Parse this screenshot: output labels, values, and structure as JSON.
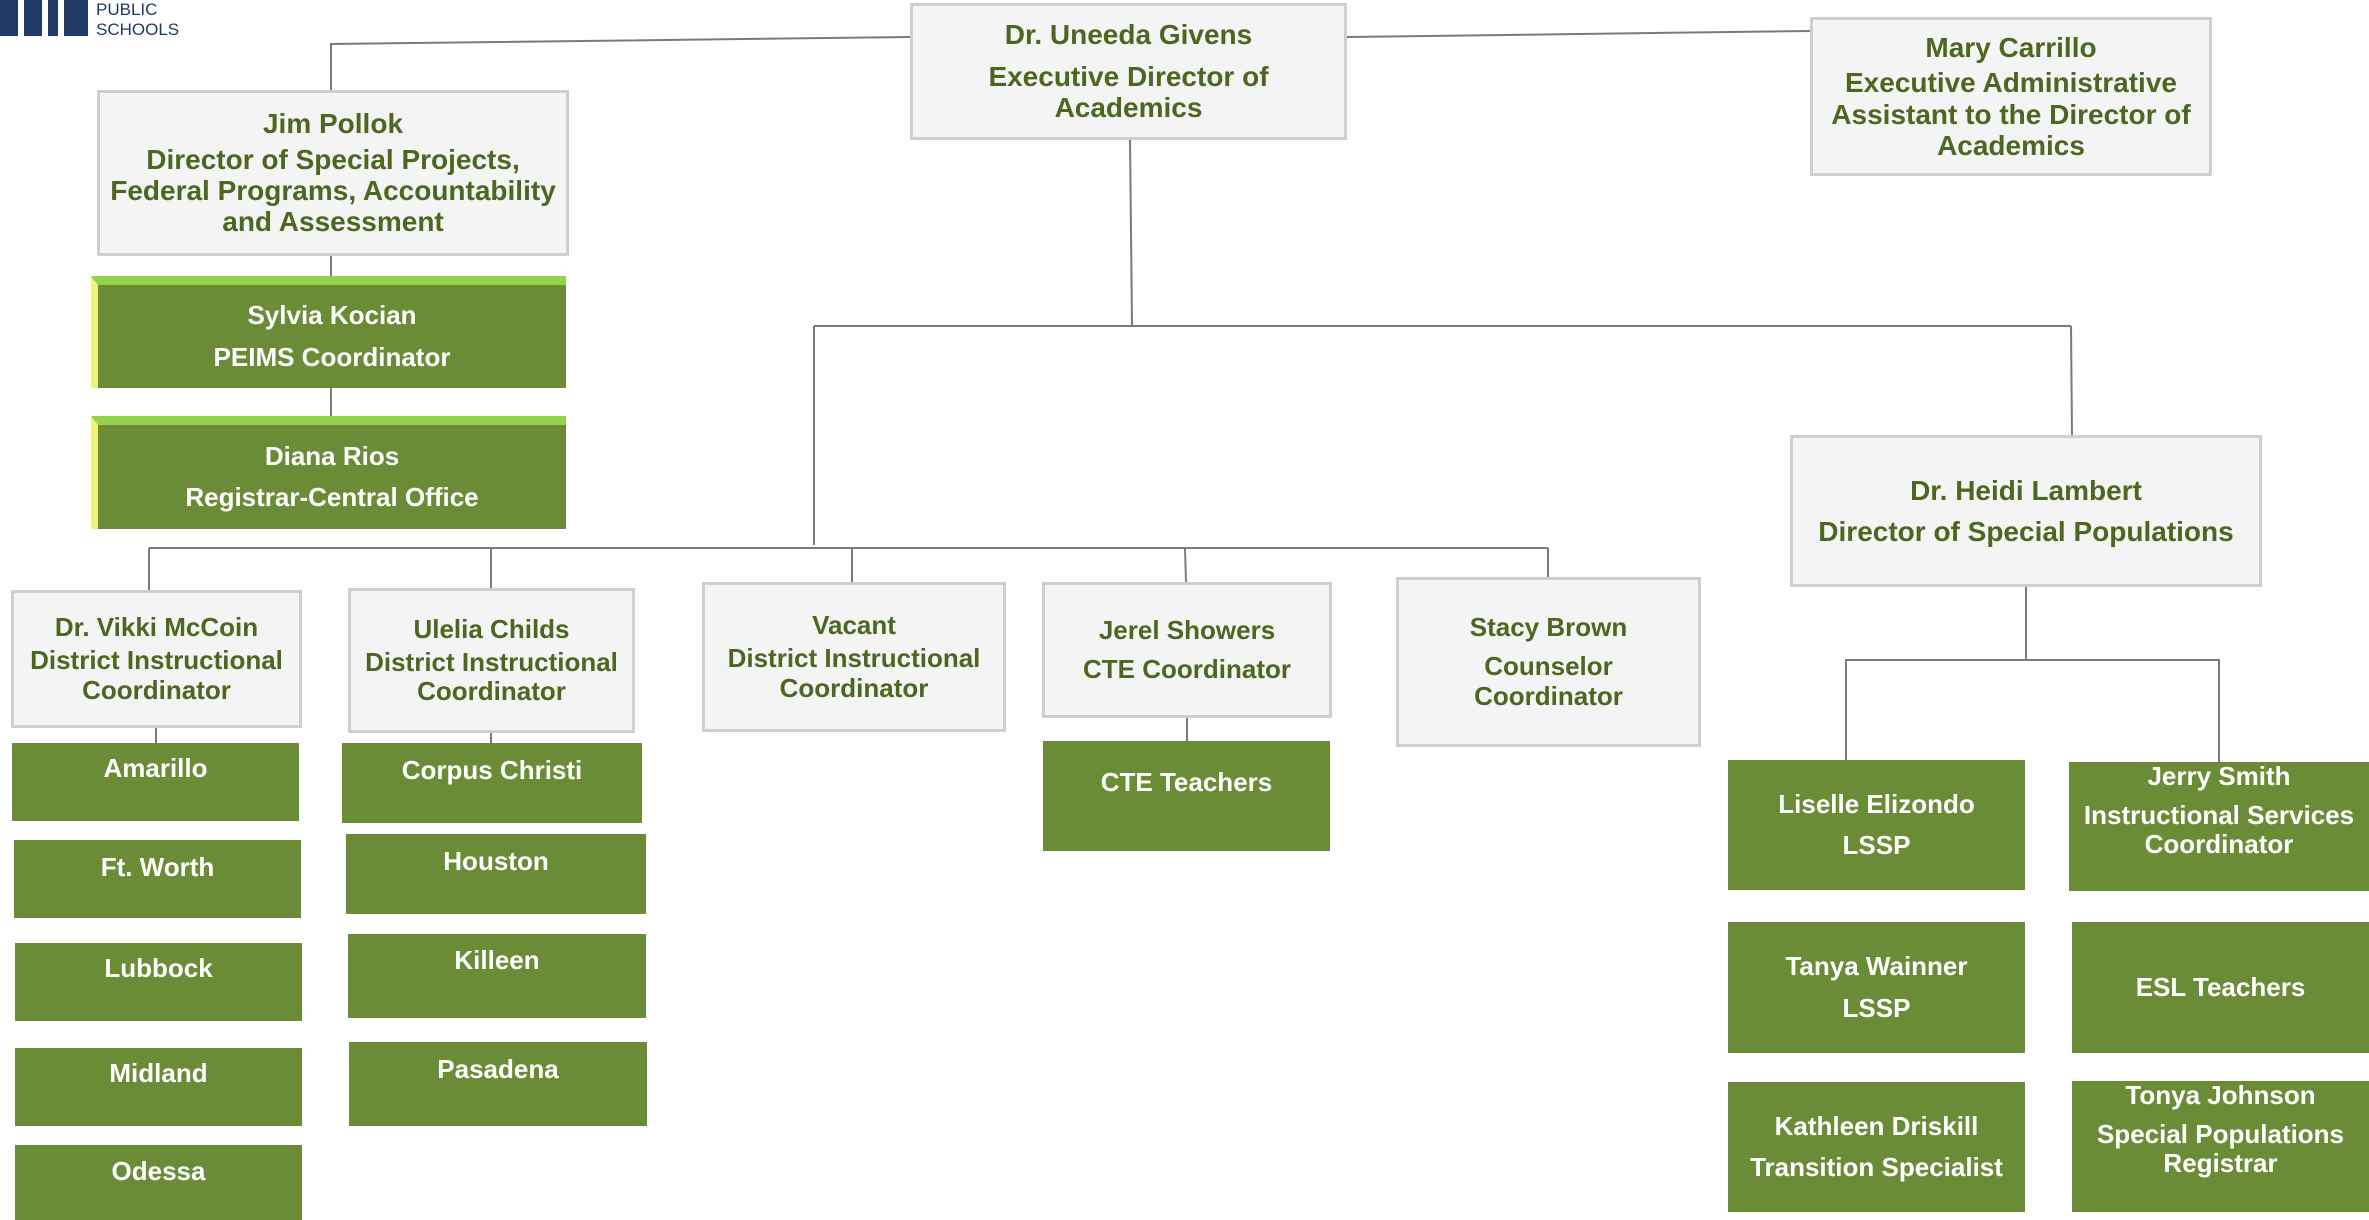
{
  "logo": {
    "line1": "PUBLIC",
    "line2": "SCHOOLS"
  },
  "colors": {
    "header_fill": "#f4f4f4",
    "header_border": "#cfcfcf",
    "header_text": "#4d6620",
    "staff_fill": "#6a8c36",
    "accent_top": "#94d24e",
    "accent_left": "#f0f27a",
    "connector": "#7a7a7a"
  },
  "executive": {
    "name": "Dr. Uneeda Givens",
    "title": "Executive Director of Academics"
  },
  "assistant": {
    "name": "Mary Carrillo",
    "title": "Executive Administrative Assistant to the Director of Academics"
  },
  "projects": {
    "name": "Jim Pollok",
    "title": "Director of Special Projects, Federal Programs, Accountability and Assessment",
    "staff": [
      {
        "name": "Sylvia Kocian",
        "title": "PEIMS Coordinator"
      },
      {
        "name": "Diana Rios",
        "title": "Registrar-Central Office"
      }
    ]
  },
  "coordinators": [
    {
      "name": "Dr. Vikki McCoin",
      "title": "District Instructional Coordinator",
      "campuses": [
        "Amarillo",
        "Ft. Worth",
        "Lubbock",
        "Midland",
        "Odessa"
      ]
    },
    {
      "name": "Ulelia Childs",
      "title": "District Instructional Coordinator",
      "campuses": [
        "Corpus Christi",
        "Houston",
        "Killeen",
        "Pasadena"
      ]
    },
    {
      "name": "Vacant",
      "title": "District Instructional Coordinator"
    },
    {
      "name": "Jerel Showers",
      "title": "CTE Coordinator",
      "staff": "CTE Teachers"
    },
    {
      "name": "Stacy Brown",
      "title": "Counselor Coordinator"
    }
  ],
  "special_populations": {
    "name": "Dr. Heidi Lambert",
    "title": "Director of Special Populations",
    "left_staff": [
      {
        "name": "Liselle Elizondo",
        "title": "LSSP"
      },
      {
        "name": "Tanya Wainner",
        "title": "LSSP"
      },
      {
        "name": "Kathleen Driskill",
        "title": "Transition Specialist"
      }
    ],
    "right_staff": [
      {
        "name": "Jerry Smith",
        "title": "Instructional Services Coordinator"
      },
      {
        "name": "ESL Teachers"
      },
      {
        "name": "Tonya Johnson",
        "title": "Special Populations Registrar"
      }
    ]
  }
}
